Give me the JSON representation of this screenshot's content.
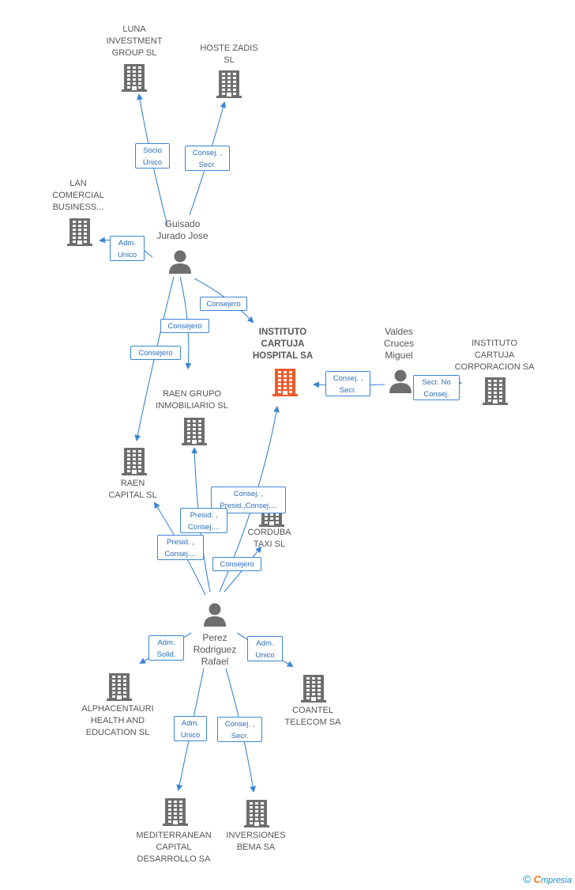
{
  "colors": {
    "edge": "#3b86d4",
    "company": "#6e6e6e",
    "main_company": "#f05a28",
    "person": "#6e6e6e"
  },
  "nodes": [
    {
      "id": "luna",
      "kind": "company",
      "label": "LUNA\nINVESTMENT\nGROUP SL"
    },
    {
      "id": "hoste",
      "kind": "company",
      "label": "HOSTE ZADIS\nSL"
    },
    {
      "id": "lan",
      "kind": "company",
      "label": "LAN\nCOMERCIAL\nBUSINESS..."
    },
    {
      "id": "guisado",
      "kind": "person",
      "label": "Guisado\nJurado Jose"
    },
    {
      "id": "instituto",
      "kind": "main",
      "label": "INSTITUTO\nCARTUJA\nHOSPITAL SA"
    },
    {
      "id": "valdes",
      "kind": "person",
      "label": "Valdes\nCruces\nMiguel"
    },
    {
      "id": "corporacion",
      "kind": "company",
      "label": "INSTITUTO\nCARTUJA\nCORPORACION SA"
    },
    {
      "id": "raengrupo",
      "kind": "company",
      "label": "RAEN GRUPO\nINMOBILIARIO SL"
    },
    {
      "id": "raencapital",
      "kind": "company",
      "label": "RAEN\nCAPITAL  SL"
    },
    {
      "id": "corduba",
      "kind": "company",
      "label": "CORDUBA\nTAXI SL"
    },
    {
      "id": "perez",
      "kind": "person",
      "label": "Perez\nRodriguez\nRafael"
    },
    {
      "id": "alpha",
      "kind": "company",
      "label": "ALPHACENTAURI\nHEALTH AND\nEDUCATION  SL"
    },
    {
      "id": "coantel",
      "kind": "company",
      "label": "COANTEL\nTELECOM SA"
    },
    {
      "id": "mediterranean",
      "kind": "company",
      "label": "MEDITERRANEAN\nCAPITAL\nDESARROLLO SA"
    },
    {
      "id": "bema",
      "kind": "company",
      "label": "INVERSIONES\nBEMA SA"
    }
  ],
  "edges": [
    {
      "id": "e-guisado-luna",
      "label": "Socio\nÚnico"
    },
    {
      "id": "e-guisado-hoste",
      "label": "Consej. ,\nSecr."
    },
    {
      "id": "e-guisado-lan",
      "label": "Adm.\nUnico"
    },
    {
      "id": "e-guisado-instituto",
      "label": "Consejero"
    },
    {
      "id": "e-guisado-raengrupo",
      "label": "Consejero"
    },
    {
      "id": "e-guisado-raencapital",
      "label": "Consejero"
    },
    {
      "id": "e-valdes-instituto",
      "label": "Consej. ,\nSecr."
    },
    {
      "id": "e-valdes-corporacion",
      "label": "Secr.  No\nConsej."
    },
    {
      "id": "e-perez-instituto",
      "label": "Consej. ,\nPresid.,Consej...."
    },
    {
      "id": "e-perez-raengrupo",
      "label": "Presid. ,\nConsej...."
    },
    {
      "id": "e-perez-raencapital",
      "label": "Presid. ,\nConsej...."
    },
    {
      "id": "e-perez-corduba",
      "label": "Consejero"
    },
    {
      "id": "e-perez-alpha",
      "label": "Adm.\nSolid."
    },
    {
      "id": "e-perez-coantel",
      "label": "Adm.\nUnico"
    },
    {
      "id": "e-perez-mediterranean",
      "label": "Adm.\nUnico"
    },
    {
      "id": "e-perez-bema",
      "label": "Consej. ,\nSecr."
    }
  ],
  "footer": {
    "copyright": "©",
    "brand_first": "C",
    "brand_rest": "mpresia"
  }
}
